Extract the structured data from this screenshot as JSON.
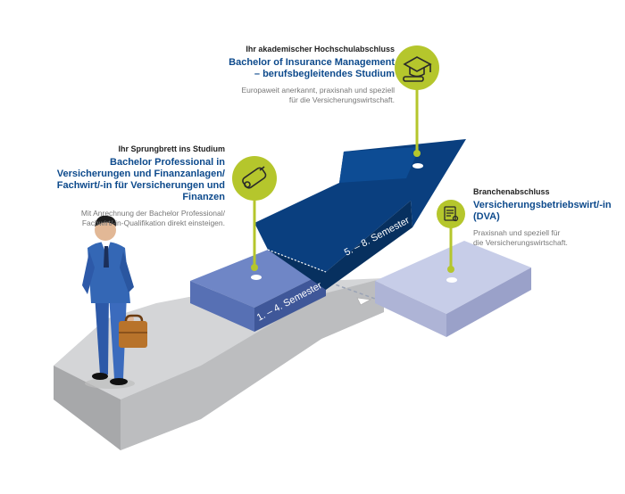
{
  "colors": {
    "accent_green": "#b5c62c",
    "title_blue": "#0d4a8c",
    "arrow_dark": "#0a3f7f",
    "platform_mid": "#6f86c6",
    "platform_light": "#c7cde8",
    "floor_gray": "#cfd0d2",
    "text_gray": "#777777"
  },
  "items": {
    "bachelor_professional": {
      "kicker": "Ihr Sprungbrett ins Studium",
      "title_lines": [
        "Bachelor Professional in",
        "Versicherungen und Finanzanlagen/",
        "Fachwirt/-in für Versicherungen und Finanzen"
      ],
      "desc_lines": [
        "Mit Anrechnung der Bachelor Professional/",
        "Fachwirt/-in-Qualifikation direkt einsteigen."
      ],
      "icon": "diploma-scroll-icon"
    },
    "bachelor_insurance": {
      "kicker": "Ihr akademischer Hochschulabschluss",
      "title_lines": [
        "Bachelor of Insurance Management",
        "– berufsbegleitendes Studium"
      ],
      "desc_lines": [
        "Europaweit anerkannt, praxisnah und speziell",
        "für die Versicherungswirtschaft."
      ],
      "icon": "graduation-cap-icon"
    },
    "branchenabschluss": {
      "kicker": "Branchenabschluss",
      "title_lines": [
        "Versicherungsbetriebswirt/-in",
        "(DVA)"
      ],
      "desc_lines": [
        "Praxisnah und speziell für",
        "die Versicherungswirtschaft."
      ],
      "icon": "certificate-document-icon"
    }
  },
  "semesters": {
    "first": "1. – 4. Semester",
    "second": "5. – 8. Semester"
  }
}
